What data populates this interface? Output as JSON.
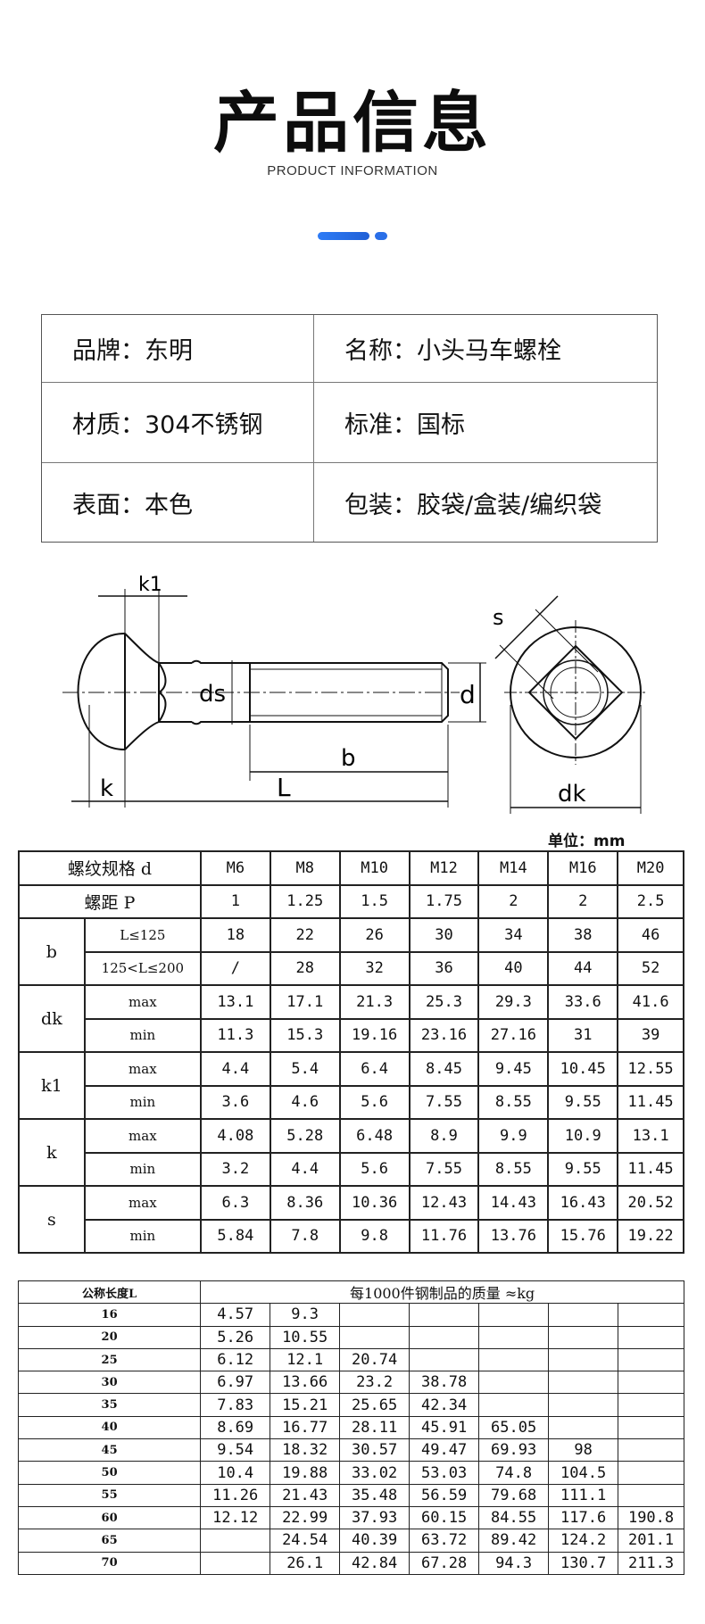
{
  "header": {
    "title": "产品信息",
    "subtitle": "PRODUCT INFORMATION"
  },
  "info": [
    {
      "label": "品牌：",
      "value": "东明"
    },
    {
      "label": "名称：",
      "value": "小头马车螺栓"
    },
    {
      "label": "材质：",
      "value": "304不锈钢"
    },
    {
      "label": "标准：",
      "value": "国标"
    },
    {
      "label": "表面：",
      "value": "本色"
    },
    {
      "label": "包装：",
      "value": "胶袋/盒装/编织袋"
    }
  ],
  "diagram": {
    "labels": {
      "k1": "k1",
      "ds": "ds",
      "d": "d",
      "s": "s",
      "b": "b",
      "k": "k",
      "L": "L",
      "dk": "dk"
    }
  },
  "unit_label": "单位：mm",
  "spec_table": {
    "thread_label": "螺纹规格 d",
    "sizes": [
      "M6",
      "M8",
      "M10",
      "M12",
      "M14",
      "M16",
      "M20"
    ],
    "pitch_label": "螺距 P",
    "pitch": [
      "1",
      "1.25",
      "1.5",
      "1.75",
      "2",
      "2",
      "2.5"
    ],
    "b_label": "b",
    "b_rows": [
      {
        "cond": "L≤125",
        "values": [
          "18",
          "22",
          "26",
          "30",
          "34",
          "38",
          "46"
        ]
      },
      {
        "cond": "125<L≤200",
        "values": [
          "/",
          "28",
          "32",
          "36",
          "40",
          "44",
          "52"
        ]
      }
    ],
    "groups": [
      {
        "name": "dk",
        "rows": [
          {
            "cond": "max",
            "values": [
              "13.1",
              "17.1",
              "21.3",
              "25.3",
              "29.3",
              "33.6",
              "41.6"
            ]
          },
          {
            "cond": "min",
            "values": [
              "11.3",
              "15.3",
              "19.16",
              "23.16",
              "27.16",
              "31",
              "39"
            ]
          }
        ]
      },
      {
        "name": "k1",
        "rows": [
          {
            "cond": "max",
            "values": [
              "4.4",
              "5.4",
              "6.4",
              "8.45",
              "9.45",
              "10.45",
              "12.55"
            ]
          },
          {
            "cond": "min",
            "values": [
              "3.6",
              "4.6",
              "5.6",
              "7.55",
              "8.55",
              "9.55",
              "11.45"
            ]
          }
        ]
      },
      {
        "name": "k",
        "rows": [
          {
            "cond": "max",
            "values": [
              "4.08",
              "5.28",
              "6.48",
              "8.9",
              "9.9",
              "10.9",
              "13.1"
            ]
          },
          {
            "cond": "min",
            "values": [
              "3.2",
              "4.4",
              "5.6",
              "7.55",
              "8.55",
              "9.55",
              "11.45"
            ]
          }
        ]
      },
      {
        "name": "s",
        "rows": [
          {
            "cond": "max",
            "values": [
              "6.3",
              "8.36",
              "10.36",
              "12.43",
              "14.43",
              "16.43",
              "20.52"
            ]
          },
          {
            "cond": "min",
            "values": [
              "5.84",
              "7.8",
              "9.8",
              "11.76",
              "13.76",
              "15.76",
              "19.22"
            ]
          }
        ]
      }
    ]
  },
  "mass_table": {
    "col_label": "公称长度L",
    "header": "每1000件钢制品的质量 ≈kg",
    "rows": [
      {
        "L": "16",
        "values": [
          "4.57",
          "9.3",
          "",
          "",
          "",
          "",
          ""
        ]
      },
      {
        "L": "20",
        "values": [
          "5.26",
          "10.55",
          "",
          "",
          "",
          "",
          ""
        ]
      },
      {
        "L": "25",
        "values": [
          "6.12",
          "12.1",
          "20.74",
          "",
          "",
          "",
          ""
        ]
      },
      {
        "L": "30",
        "values": [
          "6.97",
          "13.66",
          "23.2",
          "38.78",
          "",
          "",
          ""
        ]
      },
      {
        "L": "35",
        "values": [
          "7.83",
          "15.21",
          "25.65",
          "42.34",
          "",
          "",
          ""
        ]
      },
      {
        "L": "40",
        "values": [
          "8.69",
          "16.77",
          "28.11",
          "45.91",
          "65.05",
          "",
          ""
        ]
      },
      {
        "L": "45",
        "values": [
          "9.54",
          "18.32",
          "30.57",
          "49.47",
          "69.93",
          "98",
          ""
        ]
      },
      {
        "L": "50",
        "values": [
          "10.4",
          "19.88",
          "33.02",
          "53.03",
          "74.8",
          "104.5",
          ""
        ]
      },
      {
        "L": "55",
        "values": [
          "11.26",
          "21.43",
          "35.48",
          "56.59",
          "79.68",
          "111.1",
          ""
        ]
      },
      {
        "L": "60",
        "values": [
          "12.12",
          "22.99",
          "37.93",
          "60.15",
          "84.55",
          "117.6",
          "190.8"
        ]
      },
      {
        "L": "65",
        "values": [
          "",
          "24.54",
          "40.39",
          "63.72",
          "89.42",
          "124.2",
          "201.1"
        ]
      },
      {
        "L": "70",
        "values": [
          "",
          "26.1",
          "42.84",
          "67.28",
          "94.3",
          "130.7",
          "211.3"
        ]
      }
    ]
  }
}
